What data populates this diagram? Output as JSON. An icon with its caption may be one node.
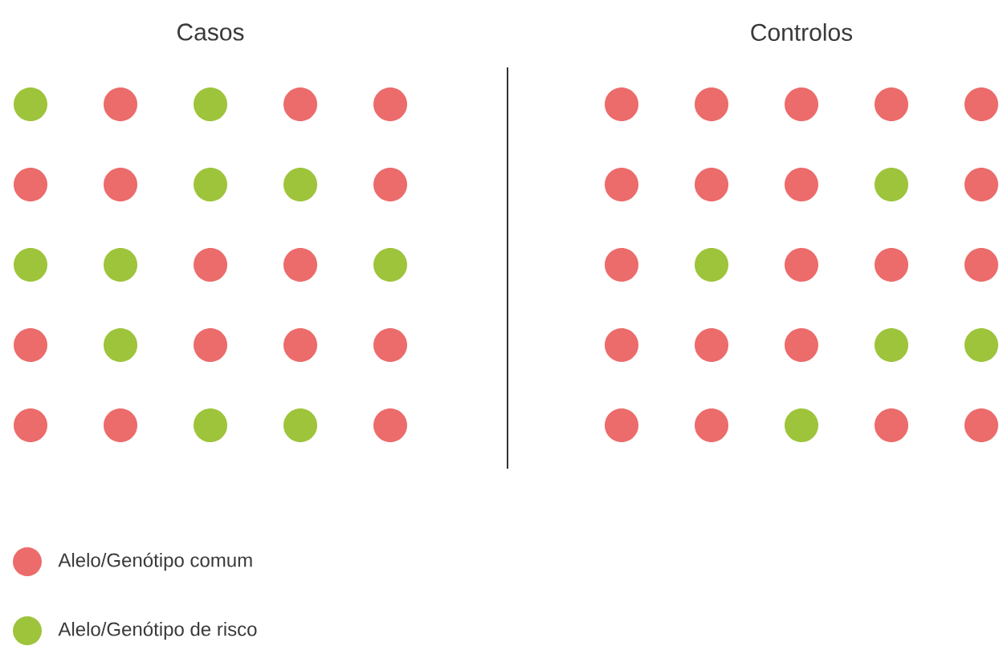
{
  "diagram": {
    "labels": [
      "Casos",
      "Controlos"
    ],
    "legend": [
      {
        "text": "Alelo/Genótipo comum",
        "color": "#ec6b6b"
      },
      {
        "text": "Alelo/Genótipo de risco",
        "color": "#9dc43b"
      }
    ]
  }
}
